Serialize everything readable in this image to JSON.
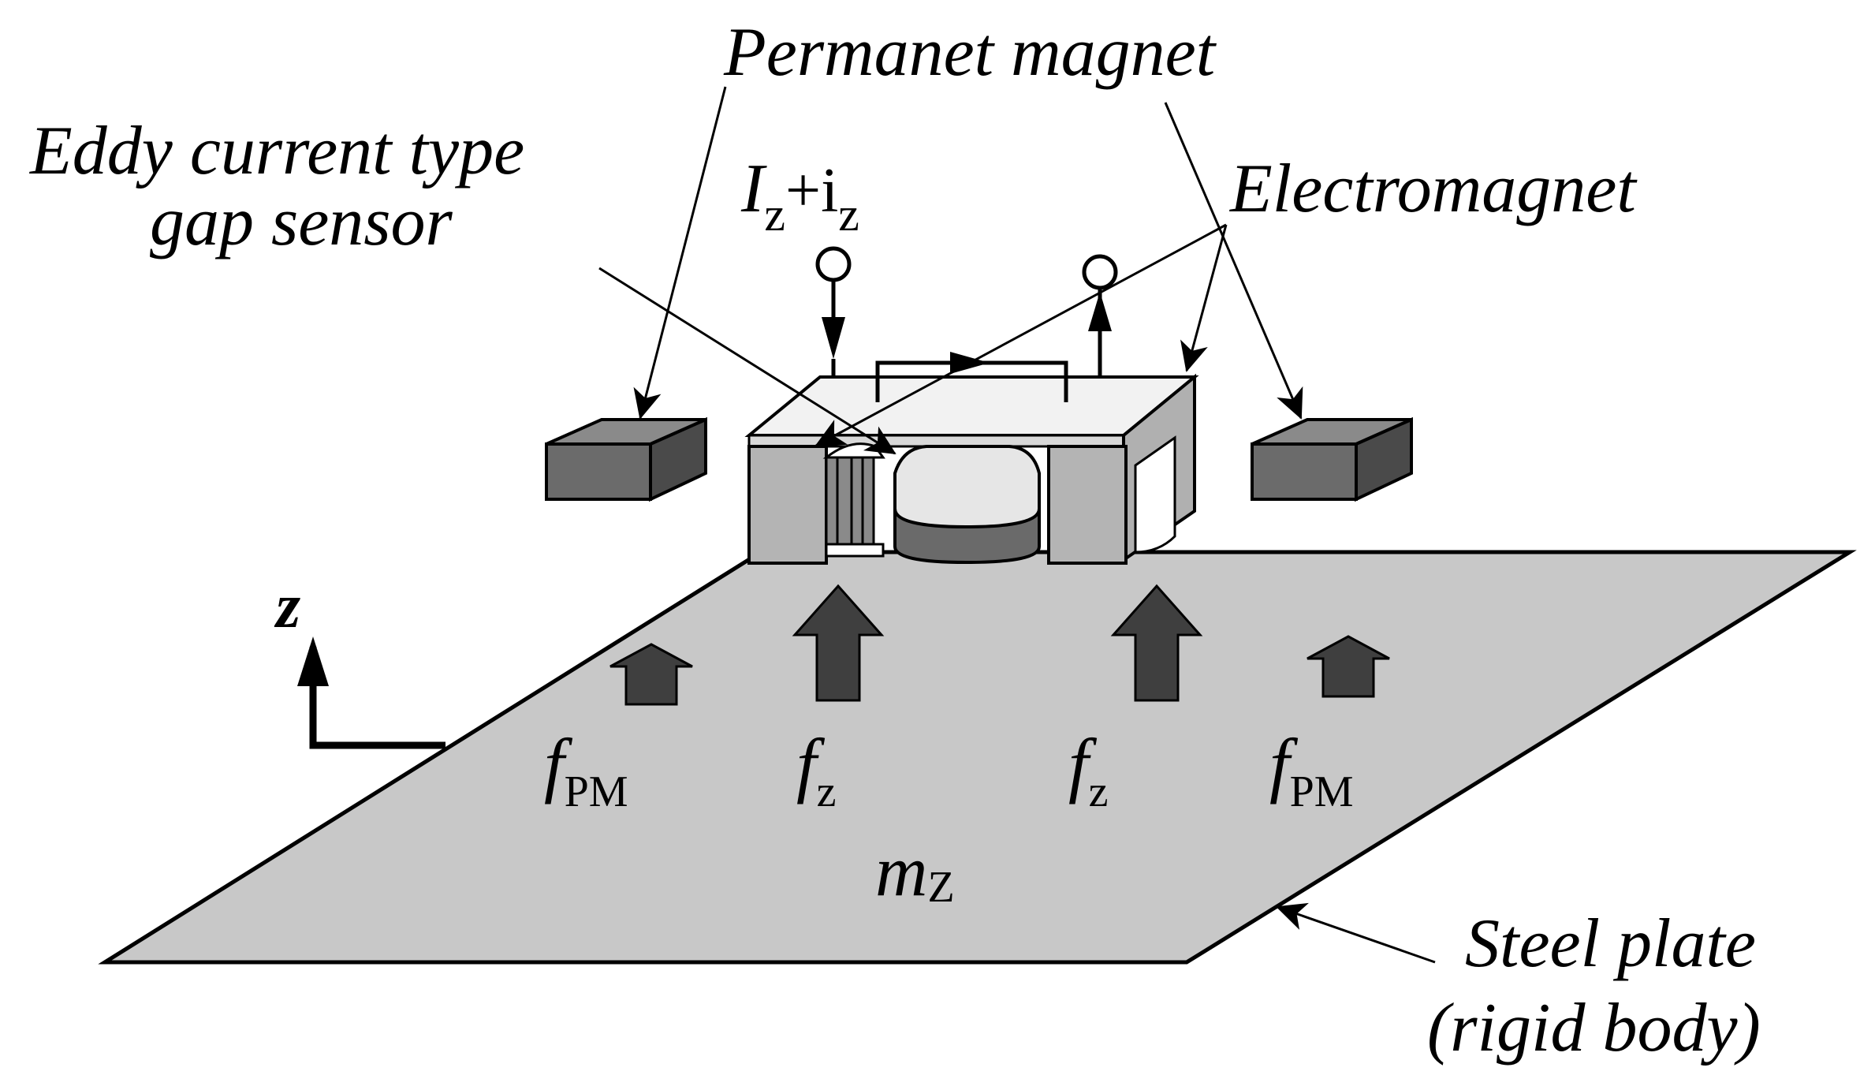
{
  "labels": {
    "permanent_magnet": "Permanet magnet",
    "eddy_sensor_line1": "Eddy current type",
    "eddy_sensor_line2": "gap sensor",
    "electromagnet": "Electromagnet",
    "current_main": "I",
    "current_main_sub": "z",
    "current_plus": "+i",
    "current_plus_sub": "z",
    "axis_z": "z",
    "force_pm": "f",
    "force_pm_sub": "PM",
    "force_z": "f",
    "force_z_sub": "z",
    "mass": "m",
    "mass_sub": "Z",
    "steel_plate_line1": "Steel plate",
    "steel_plate_line2": "(rigid body)"
  },
  "colors": {
    "plate_fill": "#c8c8c8",
    "pm_fill": "#6b6b6b",
    "arrow_fill": "#3f3f3f",
    "core_fill": "#b4b4b4",
    "coil_dark": "#6a6a6a",
    "coil_light": "#e6e6e6"
  }
}
